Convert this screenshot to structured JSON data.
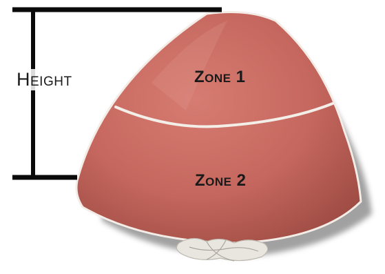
{
  "labels": {
    "height": "Height",
    "zone1": "Zone 1",
    "zone2": "Zone 2"
  },
  "colors": {
    "cone_base": "#c5675e",
    "cone_shadow": "#9b4a42",
    "divider": "#f3eee8",
    "marker_lines": "#0a0a0a",
    "drawstring": "#e8e6df"
  }
}
